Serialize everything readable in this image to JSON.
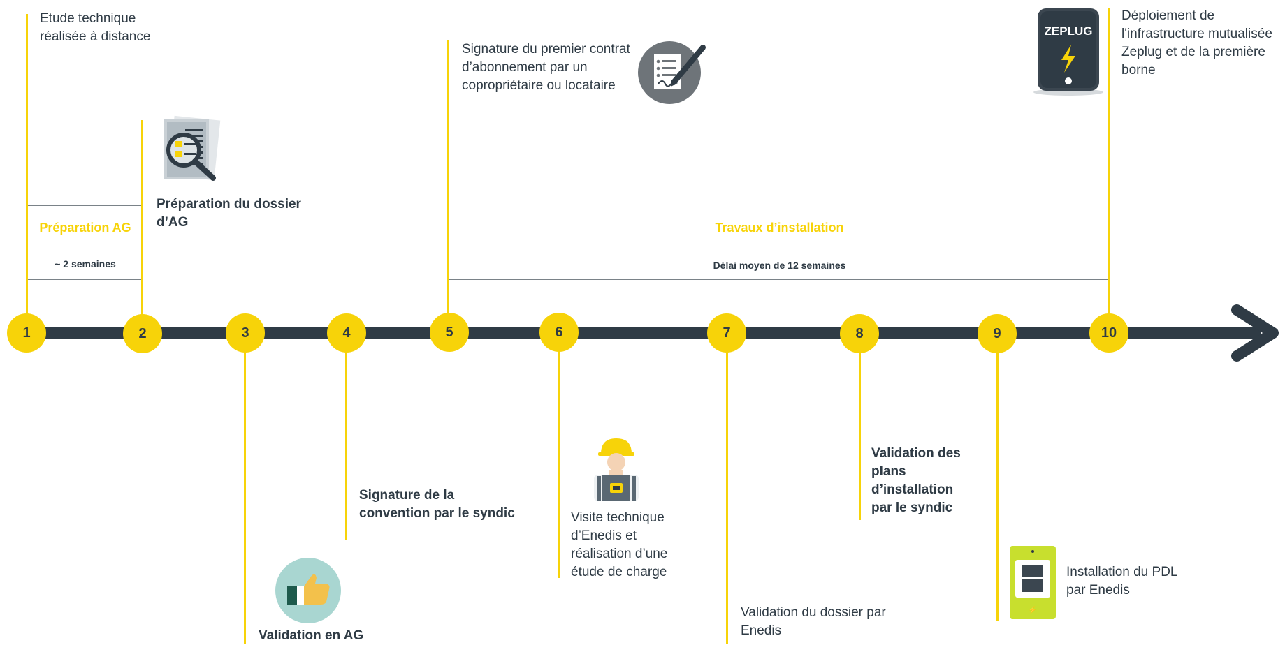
{
  "steps": [
    {
      "num": "1",
      "text": "Etude technique réalisée à distance"
    },
    {
      "num": "2",
      "text": "Préparation du dossier d’AG"
    },
    {
      "num": "3",
      "text": "Validation en AG"
    },
    {
      "num": "4",
      "text": "Signature de la convention par le syndic"
    },
    {
      "num": "5",
      "text": "Signature du premier contrat d’abonnement par un copropriétaire ou locataire"
    },
    {
      "num": "6",
      "text": "Visite technique d’Enedis et réalisation d’une étude de charge"
    },
    {
      "num": "7",
      "text": "Validation du dossier par Enedis"
    },
    {
      "num": "8",
      "text": "Validation des plans d’installation par le syndic"
    },
    {
      "num": "9",
      "text": "Installation du PDL par Enedis"
    },
    {
      "num": "10",
      "text": "Déploiement de l'infrastructure mutualisée Zeplug et de la première borne"
    }
  ],
  "phases": [
    {
      "label": "Préparation AG",
      "duration": "~ 2 semaines"
    },
    {
      "label": "Travaux d’installation",
      "duration": "Délai moyen de 12 semaines"
    }
  ],
  "zeplug_logo": "ZEPLUG",
  "colors": {
    "accent": "#f7d309",
    "dark": "#2f3b45",
    "teal": "#a9d6d1",
    "lime": "#c8df2e"
  },
  "icons": [
    "magnifier-document-icon",
    "contract-signature-icon",
    "zeplug-charger-icon",
    "thumbs-up-icon",
    "technician-icon",
    "electric-meter-icon",
    "arrow-head-icon"
  ]
}
